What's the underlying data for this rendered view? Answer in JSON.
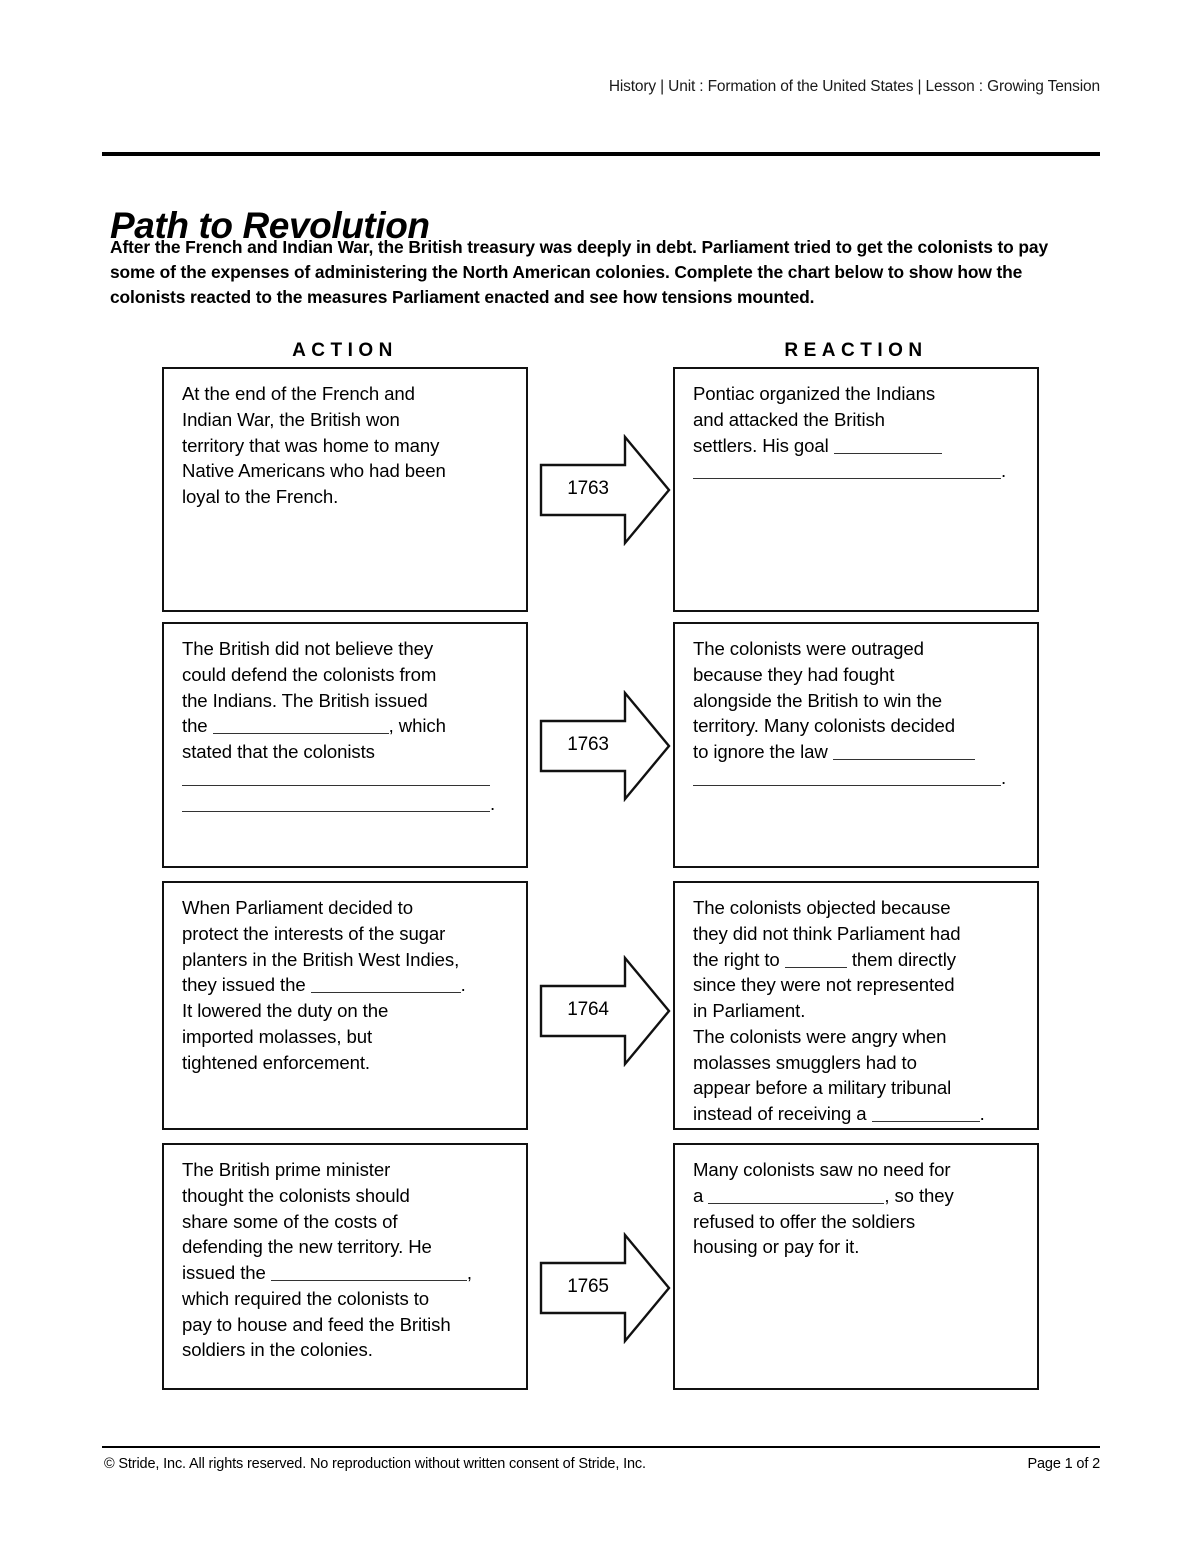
{
  "header": {
    "breadcrumb": "History | Unit : Formation of the United States | Lesson : Growing Tension"
  },
  "title": "Path to Revolution",
  "intro": "After the French and Indian War, the British treasury was deeply in debt. Parliament tried to get the colonists to pay some of the expenses of administering the North American colonies. Complete the chart below to show how the colonists reacted to the measures Parliament enacted and see how tensions mounted.",
  "columns": {
    "action_label": "ACTION",
    "reaction_label": "REACTION"
  },
  "rows": [
    {
      "year": "1763",
      "action": {
        "line1": "At the end of the French and",
        "line2": "Indian War, the British won",
        "line3": "territory that was home to many",
        "line4": "Native Americans who had been",
        "line5": "loyal to the French."
      },
      "reaction": {
        "line1": "Pontiac organized the Indians",
        "line2": "and attacked the British",
        "line3_before_blank": "settlers. His goal",
        "line4_after_blank": "."
      }
    },
    {
      "year": "1763",
      "action": {
        "line1": "The British did not believe they",
        "line2": "could defend the colonists from",
        "line3": "the Indians. The British issued",
        "line4_before_blank": "the",
        "line4_after_blank": ", which",
        "line5": "stated that the colonists",
        "line7_after_blank": "."
      },
      "reaction": {
        "line1": "The colonists were outraged",
        "line2": "because they had fought",
        "line3": "alongside the British to win the",
        "line4": "territory. Many colonists decided",
        "line5_before_blank": "to ignore the law",
        "line6_after_blank": "."
      }
    },
    {
      "year": "1764",
      "action": {
        "line1": "When Parliament decided to",
        "line2": "protect the interests of the sugar",
        "line3": "planters in the British West Indies,",
        "line4_before_blank": "they issued the",
        "line4_after_blank": ".",
        "line5": "It lowered the duty on the",
        "line6": "imported molasses, but",
        "line7": "tightened enforcement."
      },
      "reaction": {
        "line1": "The colonists objected because",
        "line2": "they did not think Parliament had",
        "line3_before_blank": "the right to",
        "line3_after_blank": "them directly",
        "line4": "since they were not represented",
        "line5": "in Parliament.",
        "line6": "The colonists were angry when",
        "line7": "molasses smugglers had to",
        "line8": "appear before a military tribunal",
        "line9_before_blank": "instead of receiving a",
        "line9_after_blank": "."
      }
    },
    {
      "year": "1765",
      "action": {
        "line1": "The British prime minister",
        "line2": "thought the colonists should",
        "line3": "share some of the costs of",
        "line4": "defending the new territory. He",
        "line5_before_blank": "issued the",
        "line5_after_blank": ",",
        "line6": "which required the colonists to",
        "line7": "pay to house and feed the British",
        "line8": "soldiers in the colonies."
      },
      "reaction": {
        "line1": "Many colonists saw no need for",
        "line2_before_blank": "a",
        "line2_after_blank": ", so they",
        "line3": "refused to offer the soldiers",
        "line4": "housing or pay for it."
      }
    }
  ],
  "footer": {
    "copyright": "© Stride, Inc. All rights reserved. No reproduction without written consent of Stride, Inc.",
    "page": "Page 1 of 2"
  }
}
